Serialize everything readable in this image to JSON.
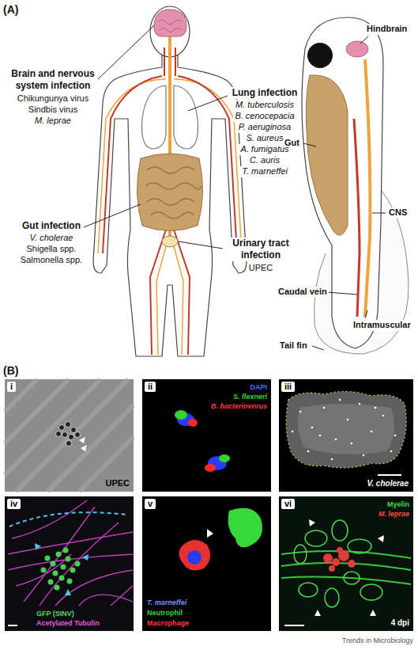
{
  "diagram": {
    "nodes": [
      {
        "text": [
          "i",
          "UPEC"
        ]
      },
      {
        "text": [
          "ii",
          "DAPI",
          "S. flexneri",
          "B. bacteriovorus"
        ]
      },
      {
        "text": [
          "iii",
          "V. cholerae"
        ]
      },
      {
        "text": [
          "iv",
          "GFP (SINV)",
          "Acetylated Tubulin"
        ]
      },
      {
        "text": [
          "v",
          "T. marneffei",
          "Neutrophil",
          "Macrophage"
        ]
      },
      {
        "text": [
          "vi",
          "Myelin",
          "M. leprae",
          "4 dpi"
        ]
      }
    ],
    "labels": [
      "(A)",
      "Brain and nervous system infection",
      "Chikungunya virus",
      "Sindbis virus",
      "M. leprae",
      "Lung infection",
      "M. tuberculosis",
      "B. cenocepacia",
      "P. aeruginosa",
      "S. aureus",
      "A. fumigatus",
      "C. auris",
      "T. marneffei",
      "Gut infection",
      "V. cholerae",
      "Shigella spp.",
      "Salmonella spp.",
      "Urinary tract infection",
      "UPEC",
      "Hindbrain",
      "Gut",
      "CNS",
      "Caudal vein",
      "Intramuscular",
      "Tail fin",
      "(B)",
      "Trends in Microbiology"
    ]
  }
}
